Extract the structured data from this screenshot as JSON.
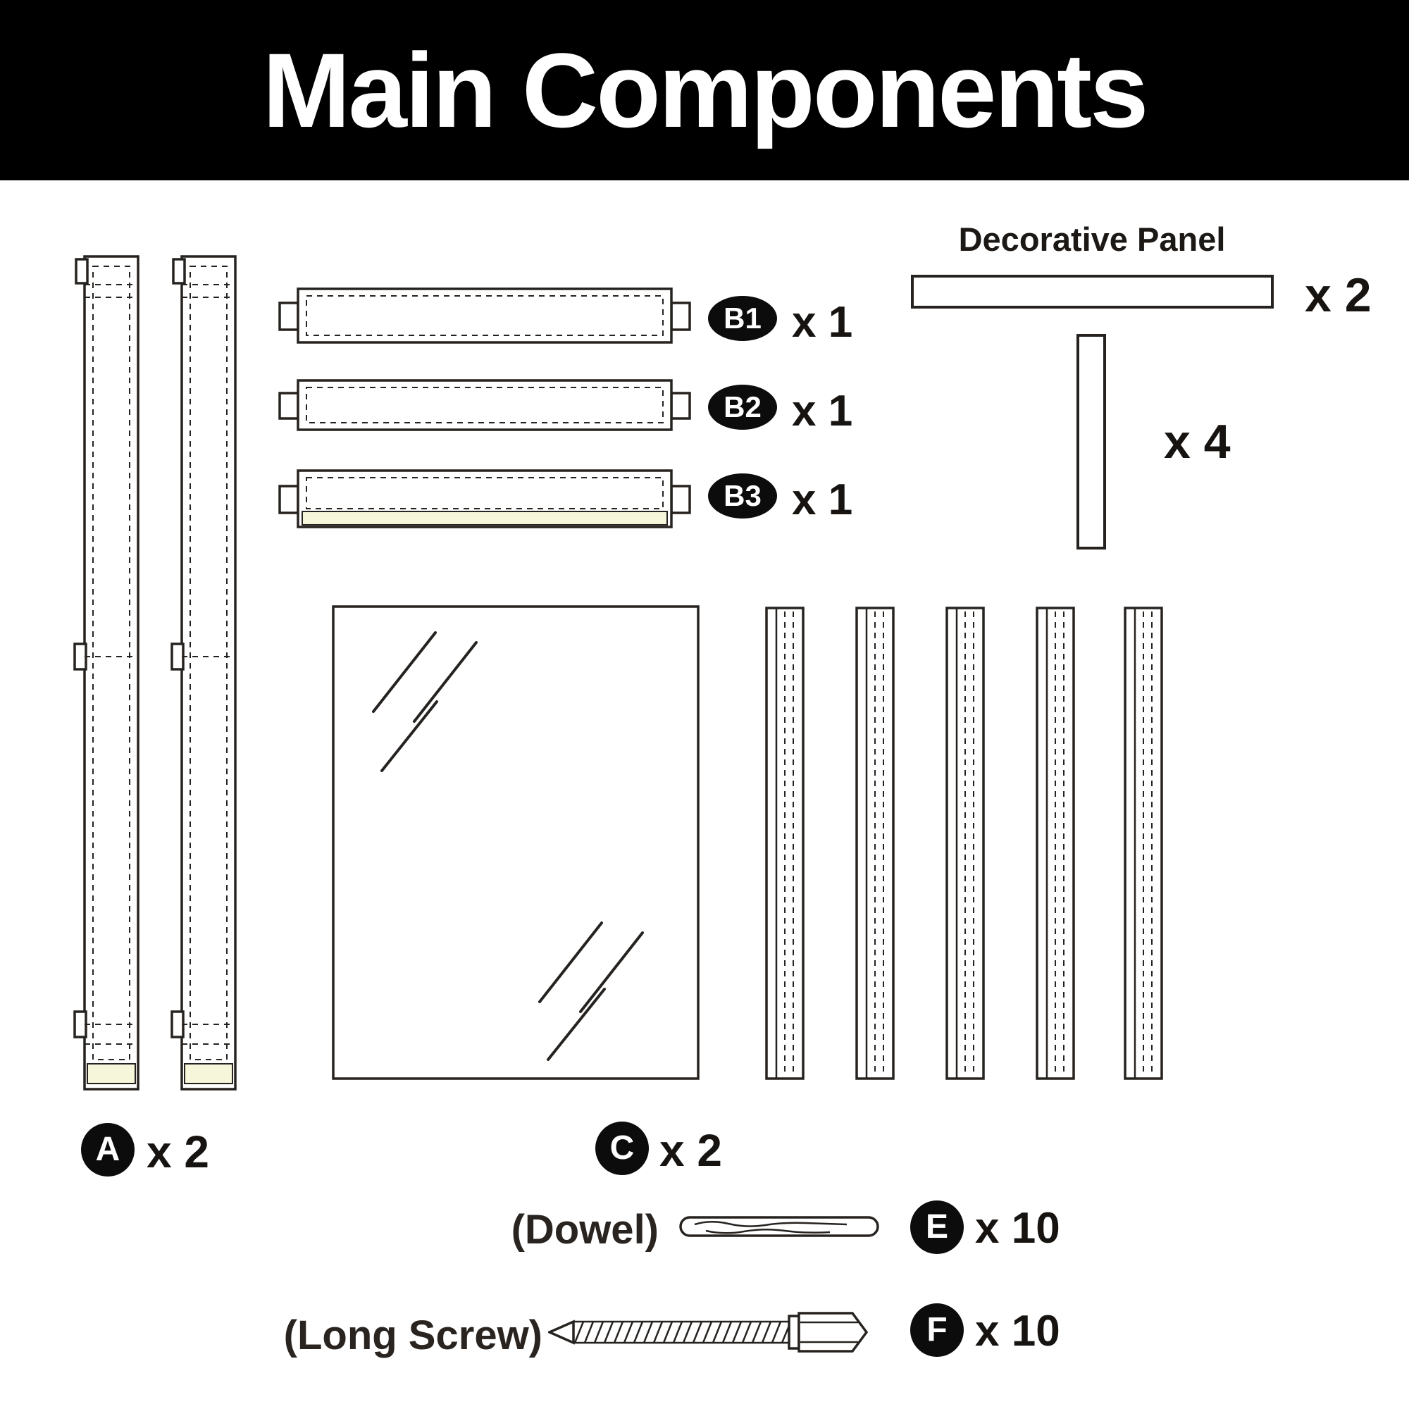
{
  "header": {
    "title": "Main Components"
  },
  "deco": {
    "label": "Decorative Panel",
    "h_qty": "x 2",
    "v_qty": "x 4"
  },
  "parts": {
    "a": {
      "badge": "A",
      "qty": "x 2"
    },
    "b1": {
      "badge": "B1",
      "qty": "x 1"
    },
    "b2": {
      "badge": "B2",
      "qty": "x 1"
    },
    "b3": {
      "badge": "B3",
      "qty": "x 1"
    },
    "c": {
      "badge": "C",
      "qty": "x 2"
    },
    "e": {
      "label": "(Dowel)",
      "badge": "E",
      "qty": "x 10"
    },
    "f": {
      "label": "(Long Screw)",
      "badge": "F",
      "qty": "x 10"
    }
  },
  "colors": {
    "banner": "#000000",
    "ink": "#26221f",
    "tint": "#f6f6da"
  }
}
